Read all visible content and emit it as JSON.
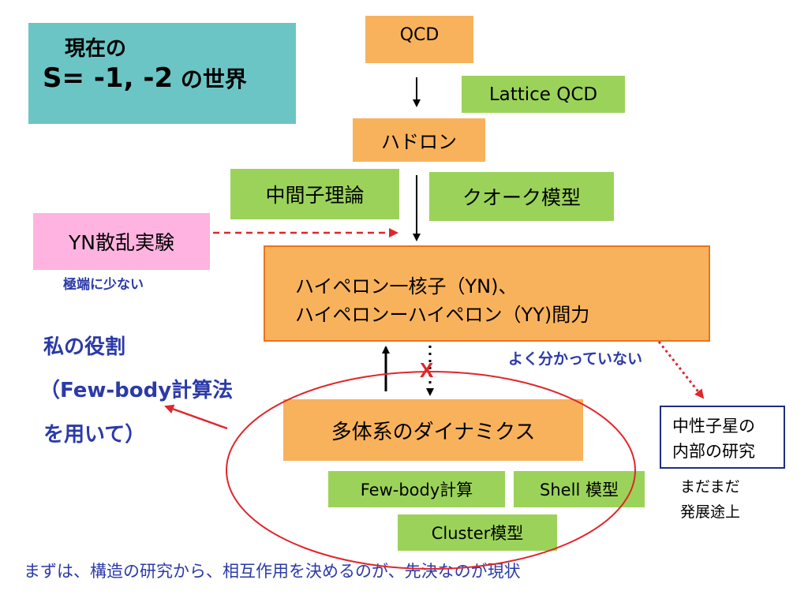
{
  "title_box": {
    "line1": "現在の",
    "line2": "S= -1, -2",
    "line2_suffix": " の世界"
  },
  "nodes": {
    "qcd": "QCD",
    "lattice_qcd": "Lattice QCD",
    "hadron": "ハドロン",
    "meson_theory": "中間子理論",
    "quark_model": "クオーク模型",
    "yn_scattering": "YN散乱実験",
    "hyperon_force_line1": "ハイペロン一核子（YN)、",
    "hyperon_force_line2": "ハイペロンーハイペロン（YY)間力",
    "many_body": "多体系のダイナミクス",
    "few_body_calc": "Few-body計算",
    "shell_model": "Shell 模型",
    "cluster_model": "Cluster模型",
    "neutron_star_line1": "中性子星の",
    "neutron_star_line2": "内部の研究"
  },
  "annotations": {
    "very_few": "極端に少ない",
    "not_well_understood": "よく分かっていない",
    "still_developing_line1": "まだまだ",
    "still_developing_line2": "発展途上",
    "x_mark": "X"
  },
  "role": {
    "line1": "私の役割",
    "line2": "（Few-body計算法",
    "line3": "を用いて）"
  },
  "footer": "まずは、構造の研究から、相互作用を決めるのが、先決なのが現状",
  "colors": {
    "teal": "#6cc5c5",
    "orange": "#f9b25c",
    "green": "#9bd35a",
    "pink": "#ffb3e0",
    "blue_text": "#2b3aa8",
    "red": "#e0262b",
    "navy_border": "#1f2d80"
  }
}
